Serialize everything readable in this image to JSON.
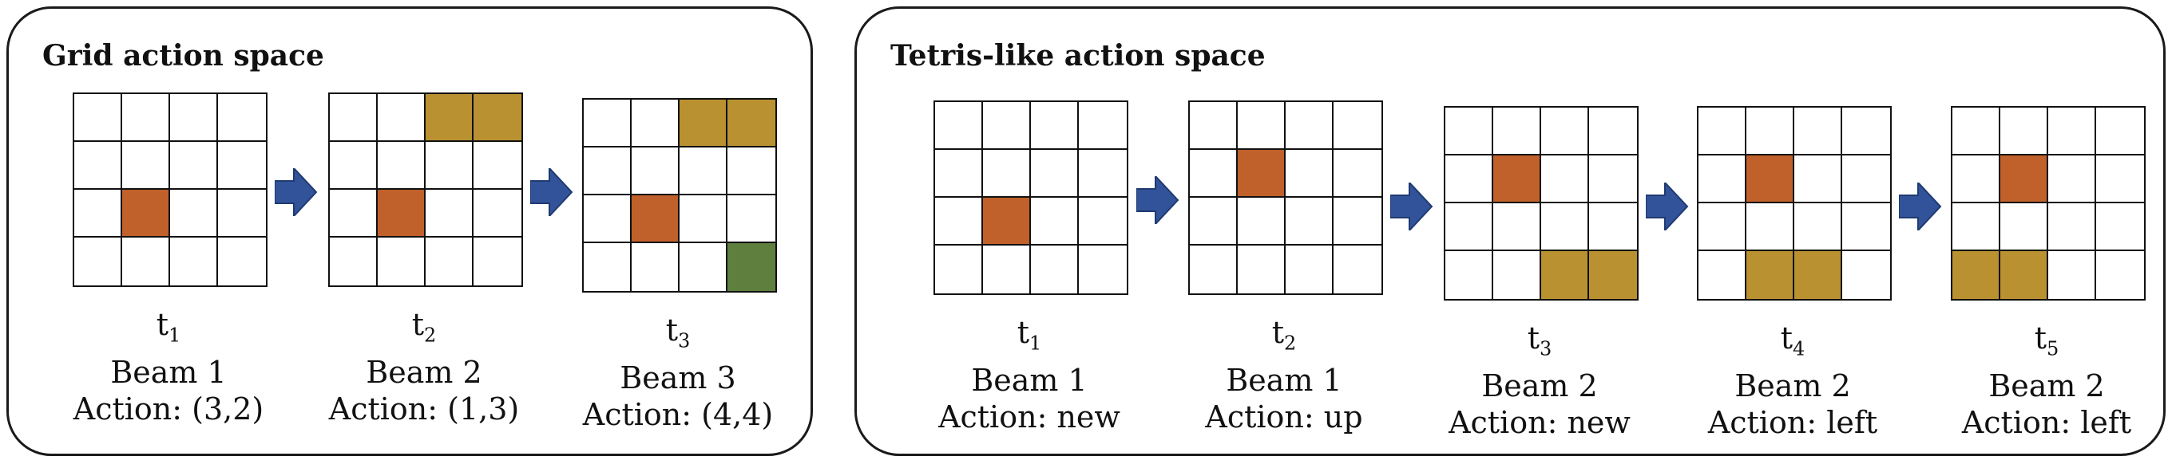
{
  "colors": {
    "orange": "#c0602a",
    "gold": "#b99131",
    "green": "#5e7f3d",
    "arrow": "#32539a",
    "empty": "#ffffff"
  },
  "left_panel": {
    "title": "Grid action space",
    "steps": [
      {
        "t": "t",
        "sub": "1",
        "beam": "Beam 1",
        "action": "Action: (3,2)",
        "cells": [
          [
            0,
            0,
            0,
            0
          ],
          [
            0,
            0,
            0,
            0
          ],
          [
            0,
            1,
            0,
            0
          ],
          [
            0,
            0,
            0,
            0
          ]
        ]
      },
      {
        "t": "t",
        "sub": "2",
        "beam": "Beam 2",
        "action": "Action: (1,3)",
        "cells": [
          [
            0,
            0,
            2,
            2
          ],
          [
            0,
            0,
            0,
            0
          ],
          [
            0,
            1,
            0,
            0
          ],
          [
            0,
            0,
            0,
            0
          ]
        ]
      },
      {
        "t": "t",
        "sub": "3",
        "beam": "Beam 3",
        "action": "Action: (4,4)",
        "cells": [
          [
            0,
            0,
            2,
            2
          ],
          [
            0,
            0,
            0,
            0
          ],
          [
            0,
            1,
            0,
            0
          ],
          [
            0,
            0,
            0,
            3
          ]
        ]
      }
    ]
  },
  "right_panel": {
    "title": "Tetris-like action space",
    "steps": [
      {
        "t": "t",
        "sub": "1",
        "beam": "Beam 1",
        "action": "Action: new",
        "cells": [
          [
            0,
            0,
            0,
            0
          ],
          [
            0,
            0,
            0,
            0
          ],
          [
            0,
            1,
            0,
            0
          ],
          [
            0,
            0,
            0,
            0
          ]
        ]
      },
      {
        "t": "t",
        "sub": "2",
        "beam": "Beam 1",
        "action": "Action: up",
        "cells": [
          [
            0,
            0,
            0,
            0
          ],
          [
            0,
            1,
            0,
            0
          ],
          [
            0,
            0,
            0,
            0
          ],
          [
            0,
            0,
            0,
            0
          ]
        ]
      },
      {
        "t": "t",
        "sub": "3",
        "beam": "Beam 2",
        "action": "Action: new",
        "cells": [
          [
            0,
            0,
            0,
            0
          ],
          [
            0,
            1,
            0,
            0
          ],
          [
            0,
            0,
            0,
            0
          ],
          [
            0,
            0,
            2,
            2
          ]
        ]
      },
      {
        "t": "t",
        "sub": "4",
        "beam": "Beam 2",
        "action": "Action: left",
        "cells": [
          [
            0,
            0,
            0,
            0
          ],
          [
            0,
            1,
            0,
            0
          ],
          [
            0,
            0,
            0,
            0
          ],
          [
            0,
            2,
            2,
            0
          ]
        ]
      },
      {
        "t": "t",
        "sub": "5",
        "beam": "Beam 2",
        "action": "Action: left",
        "cells": [
          [
            0,
            0,
            0,
            0
          ],
          [
            0,
            1,
            0,
            0
          ],
          [
            0,
            0,
            0,
            0
          ],
          [
            2,
            2,
            0,
            0
          ]
        ]
      }
    ]
  }
}
